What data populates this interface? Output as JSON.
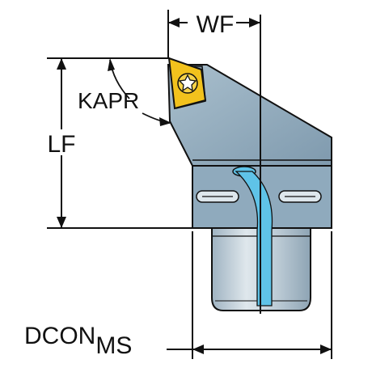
{
  "labels": {
    "wf": "WF",
    "kapr": "KAPR",
    "lf": "LF",
    "dcon_main": "DCON",
    "dcon_sub": "MS"
  },
  "colors": {
    "body": "#8faabd",
    "body_light": "#b9cbd6",
    "coolant": "#5fc3e8",
    "insert": "#f2c21d",
    "outline": "#111111",
    "shank": "#c9d4dc"
  },
  "icons": {
    "insert_screw": "torx-screw-icon"
  }
}
